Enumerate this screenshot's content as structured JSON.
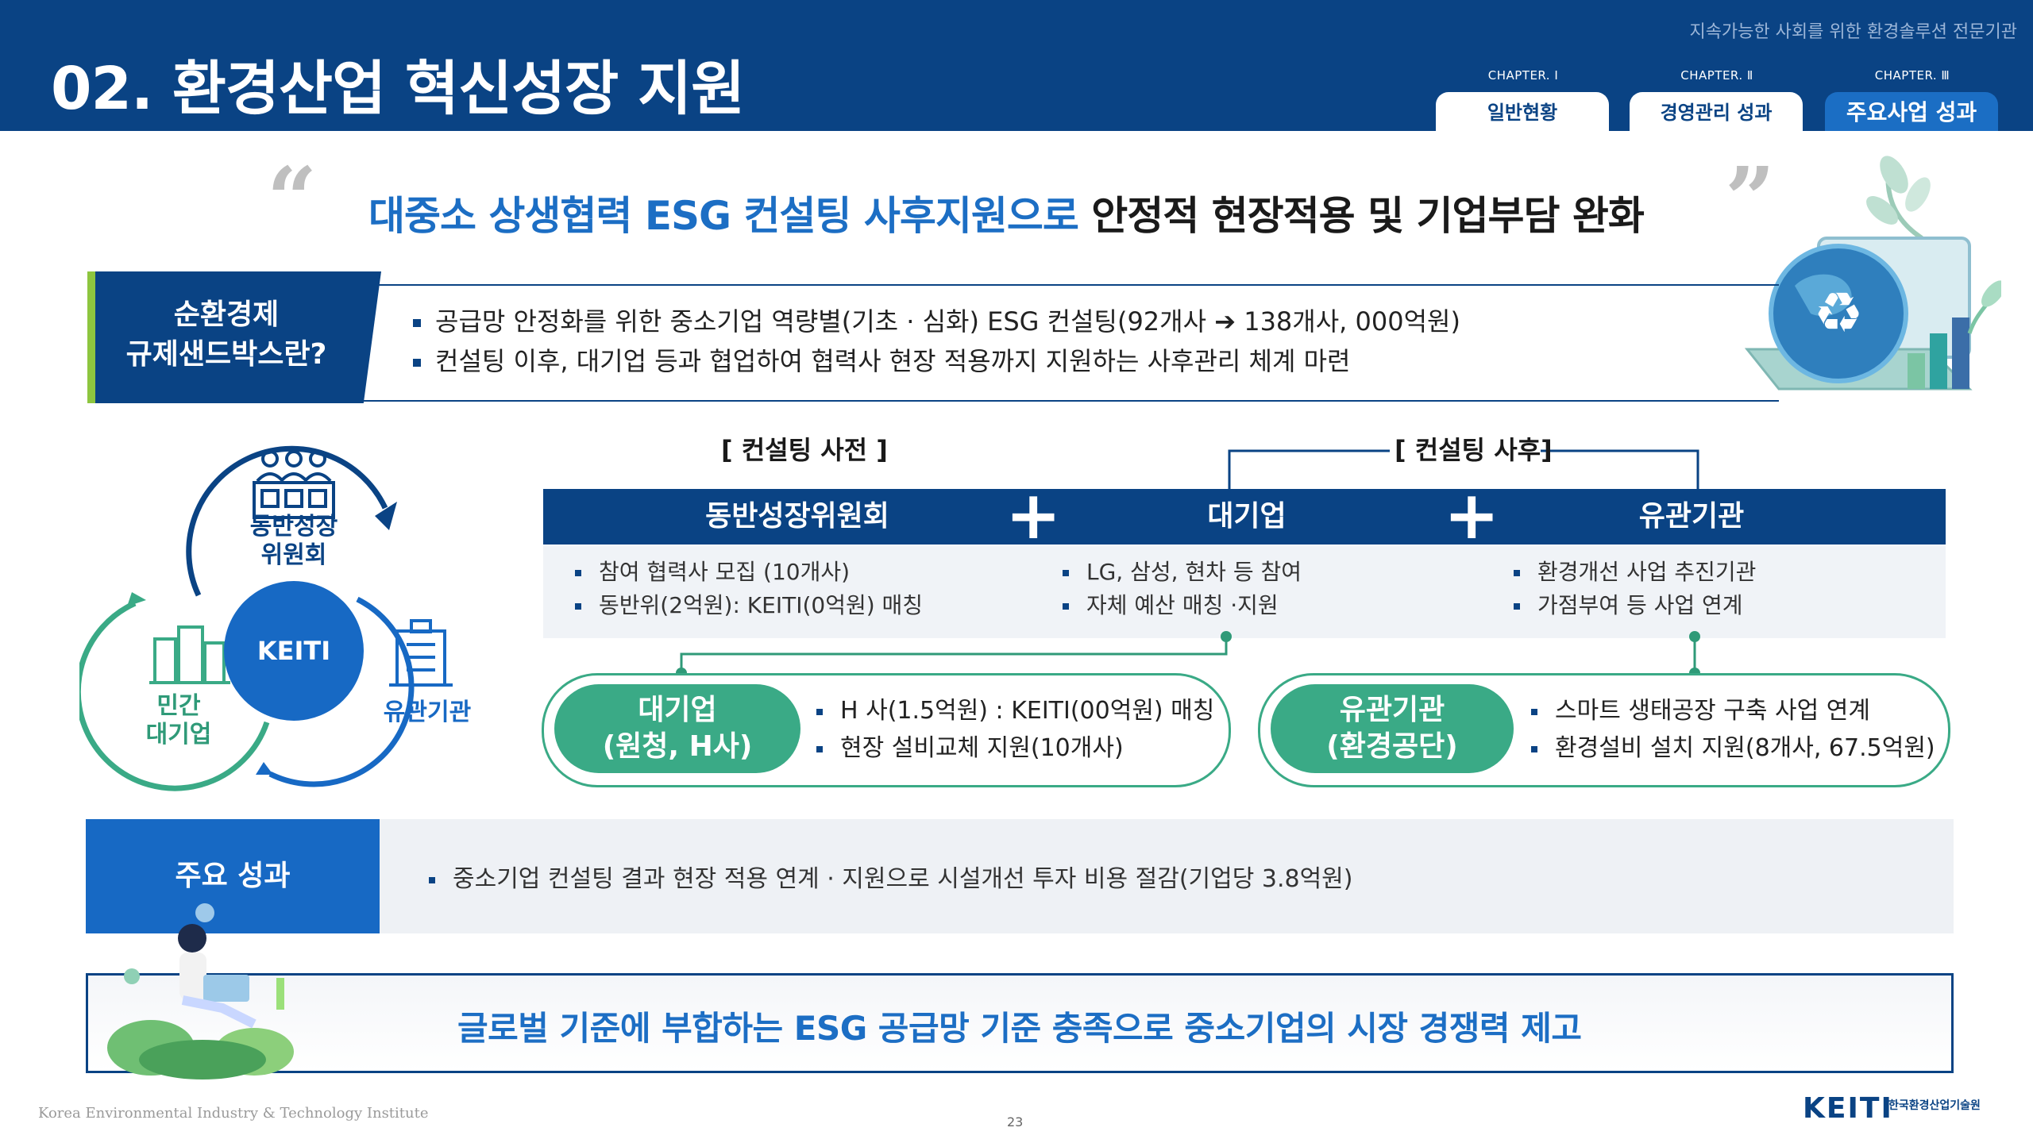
{
  "header": {
    "title": "02. 환경산업 혁신성장 지원",
    "tagline": "지속가능한 사회를 위한 환경솔루션 전문기관",
    "chapters": [
      {
        "label": "CHAPTER. Ⅰ",
        "tab": "일반현황",
        "active": false
      },
      {
        "label": "CHAPTER. Ⅱ",
        "tab": "경영관리 성과",
        "active": false
      },
      {
        "label": "CHAPTER. Ⅲ",
        "tab": "주요사업 성과",
        "active": true
      }
    ]
  },
  "headline": {
    "blue_part": "대중소 상생협력 ESG 컨설팅 사후지원으로",
    "dark_part": " 안정적 현장적용 및 기업부담 완화"
  },
  "definition": {
    "title_line1": "순환경제",
    "title_line2": "규제샌드박스란?",
    "bullets": [
      "공급망 안정화를 위한 중소기업 역량별(기초 · 심화) ESG  컨설팅(92개사 ➔ 138개사, 000억원)",
      "컨설팅 이후, 대기업 등과 협업하여 협력사 현장 적용까지 지원하는 사후관리 체계 마련"
    ]
  },
  "cycle": {
    "center": "KEITI",
    "top_line1": "동반성장",
    "top_line2": "위원회",
    "left_line1": "민간",
    "left_line2": "대기업",
    "right": "유관기관"
  },
  "flow": {
    "pre_label": "[ 컨설팅 사전 ]",
    "post_label": "[ 컨설팅 사후]",
    "columns": [
      {
        "title": "동반성장위원회",
        "items": [
          "참여 협력사 모집 (10개사)",
          "동반위(2억원): KEITI(0억원) 매칭"
        ]
      },
      {
        "title": "대기업",
        "items": [
          "LG, 삼성, 현차 등 참여",
          "자체 예산 매칭 ·지원"
        ]
      },
      {
        "title": "유관기관",
        "items": [
          "환경개선 사업 추진기관",
          "가점부여 등 사업 연계"
        ]
      }
    ],
    "plus_sign": "+",
    "pills": [
      {
        "line1": "대기업",
        "line2": "(원청, H사)",
        "items": [
          "H 사(1.5억원) : KEITI(00억원) 매칭",
          "현장 설비교체 지원(10개사)"
        ]
      },
      {
        "line1": "유관기관",
        "line2": "(환경공단)",
        "items": [
          "스마트 생태공장 구축 사업 연계",
          "환경설비 설치 지원(8개사, 67.5억원)"
        ]
      }
    ]
  },
  "results": {
    "label": "주요 성과",
    "text": "중소기업 컨설팅 결과 현장 적용 연계 · 지원으로 시설개선 투자 비용 절감(기업당 3.8억원)"
  },
  "conclusion": "글로벌 기준에 부합하는 ESG 공급망 기준 충족으로 중소기업의 시장 경쟁력 제고",
  "footer": {
    "org_en": "Korea Environmental Industry & Technology Institute",
    "page": "23",
    "logo": "KEITI",
    "logo_ko": "한국환경산업기술원"
  },
  "colors": {
    "navy": "#0a4384",
    "blue": "#1769c4",
    "green": "#3aaa86",
    "lime": "#8dc63f"
  }
}
